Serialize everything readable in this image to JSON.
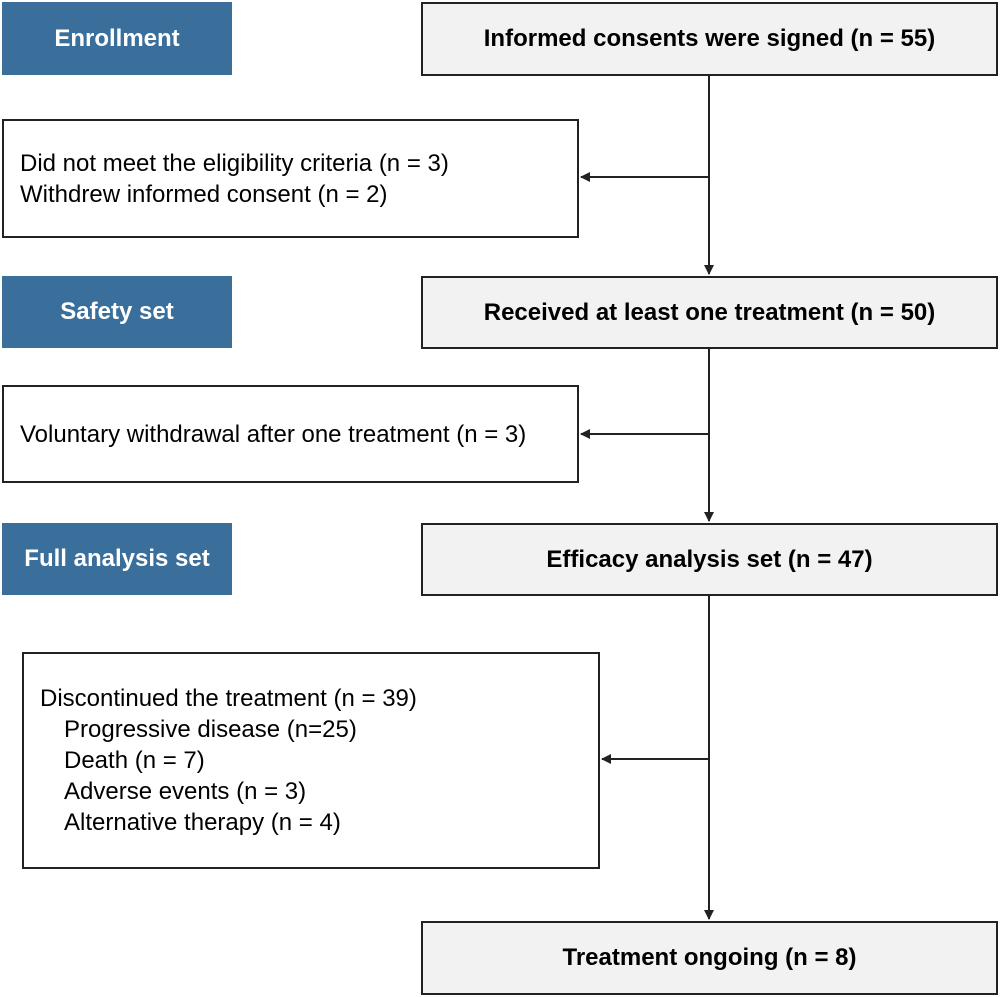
{
  "stages": {
    "enrollment": "Enrollment",
    "safety_set": "Safety set",
    "full_analysis_set": "Full analysis set"
  },
  "flow": {
    "consents": "Informed consents were signed (n = 55)",
    "received": "Received at least one treatment (n = 50)",
    "efficacy": "Efficacy analysis set (n = 47)",
    "ongoing": "Treatment ongoing (n = 8)"
  },
  "exclusions": {
    "first": {
      "lines": [
        "Did not meet the eligibility criteria (n = 3)",
        "Withdrew informed consent (n = 2)"
      ]
    },
    "second": {
      "lines": [
        "Voluntary withdrawal after one treatment (n = 3)"
      ]
    },
    "third": {
      "header": "Discontinued the treatment (n = 39)",
      "reasons": [
        "Progressive disease (n=25)",
        "Death (n = 7)",
        "Adverse events (n = 3)",
        "Alternative therapy (n = 4)"
      ]
    }
  },
  "colors": {
    "stage_fill": "#3a6f9c",
    "main_box_fill": "#f2f2f2",
    "line": "#222222"
  }
}
